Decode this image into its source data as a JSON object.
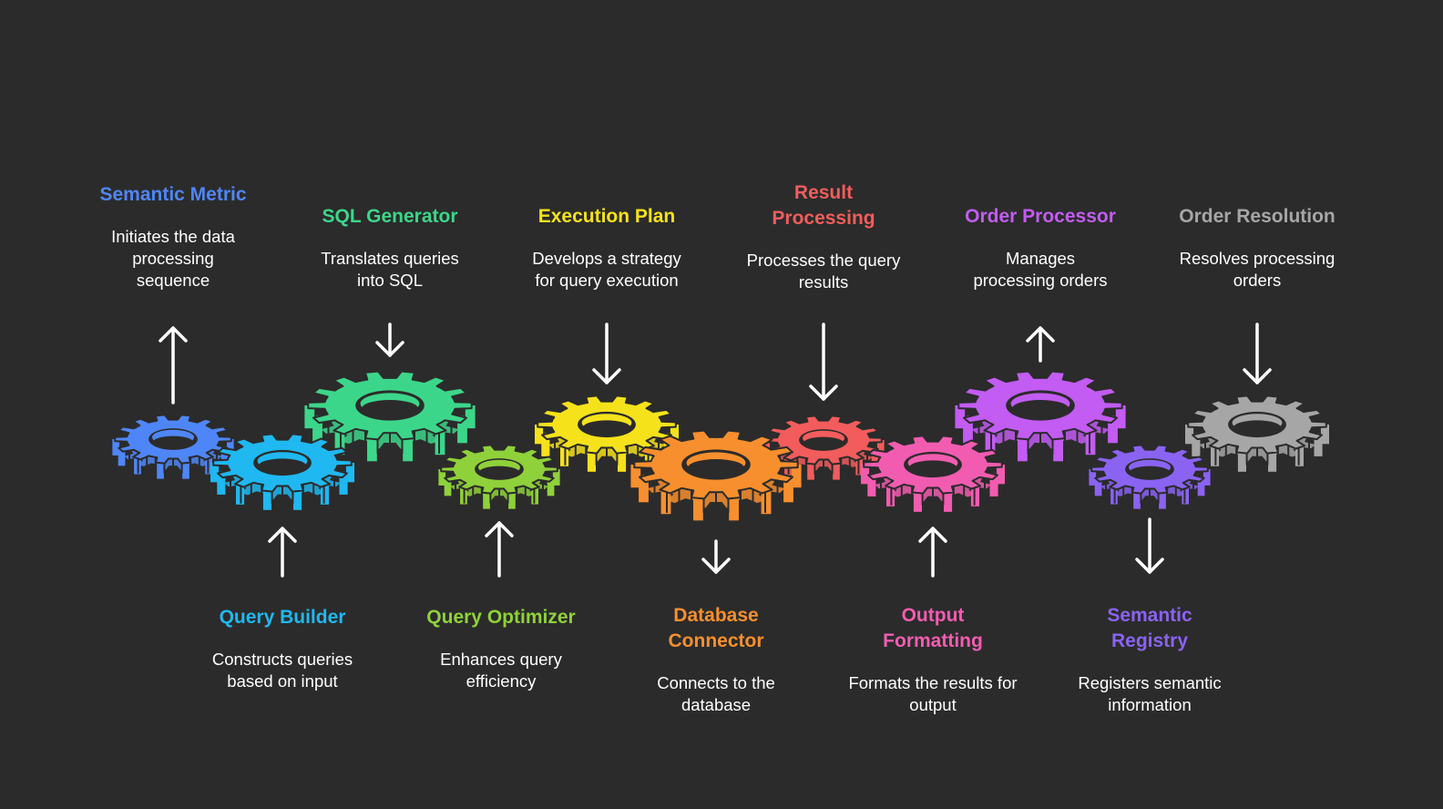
{
  "steps": [
    {
      "id": "semantic-metric",
      "title": "Semantic Metric",
      "desc": "Initiates the data processing sequence",
      "color": "#4f86f7",
      "arrow": "up"
    },
    {
      "id": "query-builder",
      "title": "Query Builder",
      "desc": "Constructs queries based on input",
      "color": "#1fb8f0",
      "arrow": "up"
    },
    {
      "id": "sql-generator",
      "title": "SQL Generator",
      "desc": "Translates queries into SQL",
      "color": "#3cd68a",
      "arrow": "down"
    },
    {
      "id": "query-optimizer",
      "title": "Query Optimizer",
      "desc": "Enhances query efficiency",
      "color": "#8fd13a",
      "arrow": "up"
    },
    {
      "id": "execution-plan",
      "title": "Execution Plan",
      "desc": "Develops a strategy for query execution",
      "color": "#f5e21b",
      "arrow": "down"
    },
    {
      "id": "database-connector",
      "title": "Database Connector",
      "desc": "Connects to the database",
      "color": "#f78f2e",
      "arrow": "down"
    },
    {
      "id": "result-processing",
      "title": "Result Processing",
      "desc": "Processes the query results",
      "color": "#f25c5c",
      "arrow": "down"
    },
    {
      "id": "output-formatting",
      "title": "Output Formatting",
      "desc": "Formats the results for output",
      "color": "#f25cb0",
      "arrow": "up"
    },
    {
      "id": "order-processor",
      "title": "Order Processor",
      "desc": "Manages processing orders",
      "color": "#c25cf2",
      "arrow": "up"
    },
    {
      "id": "semantic-registry",
      "title": "Semantic Registry",
      "desc": "Registers semantic information",
      "color": "#8a63f2",
      "arrow": "down"
    },
    {
      "id": "order-resolution",
      "title": "Order Resolution",
      "desc": "Resolves processing orders",
      "color": "#a6a6a6",
      "arrow": "down"
    }
  ]
}
